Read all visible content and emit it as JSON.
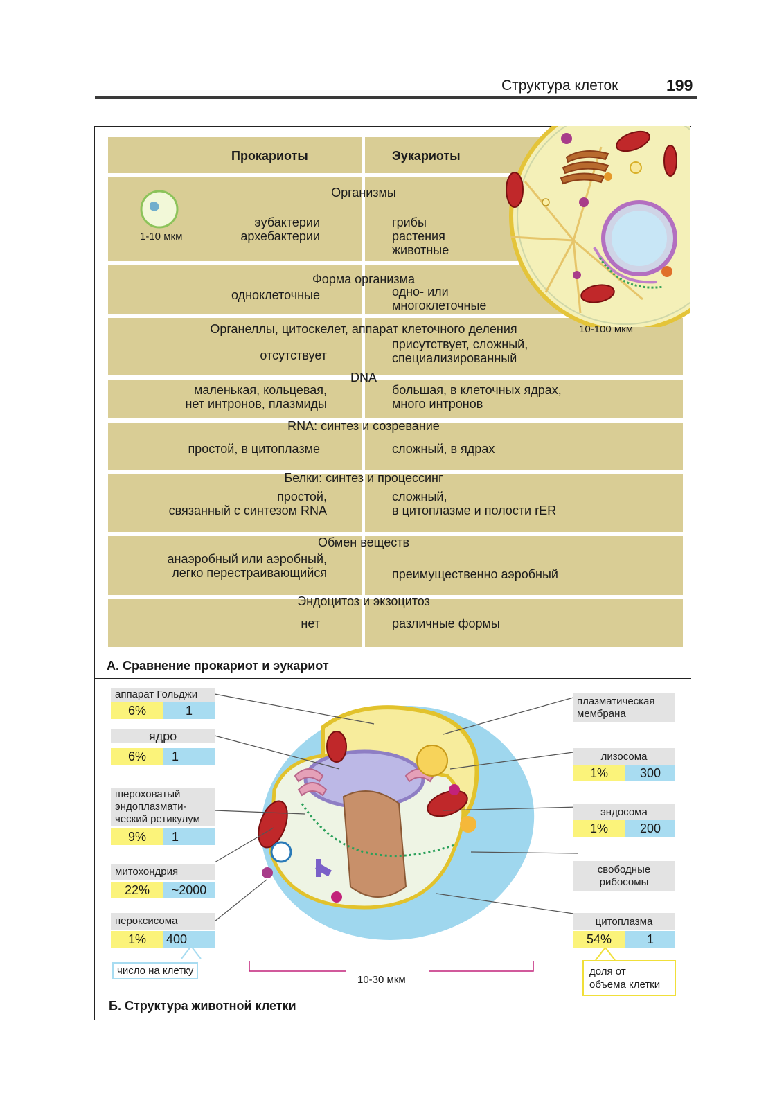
{
  "header": {
    "title": "Структура клеток",
    "page": "199"
  },
  "section_a": {
    "col_prokaryotes": "Прокариоты",
    "col_eukaryotes": "Эукариоты",
    "prokaryote_size": "1-10 мкм",
    "eukaryote_size": "10-100 мкм",
    "rows": {
      "organisms": {
        "title": "Организмы",
        "left": [
          "эубактерии",
          "архебактерии"
        ],
        "right": [
          "грибы",
          "растения",
          "животные"
        ]
      },
      "form": {
        "title": "Форма организма",
        "left": [
          "одноклеточные"
        ],
        "right": [
          "одно- или",
          "многоклеточные"
        ]
      },
      "organelles": {
        "title": "Органеллы, цитоскелет, аппарат клеточного деления",
        "left": [
          "отсутствует"
        ],
        "right": [
          "присутствует, сложный,",
          "специализированный"
        ]
      },
      "dna": {
        "title": "DNA",
        "left": [
          "маленькая, кольцевая,",
          "нет интронов, плазмиды"
        ],
        "right": [
          "большая, в клеточных ядрах,",
          "много интронов"
        ]
      },
      "rna": {
        "title": "RNA: синтез и созревание",
        "left": [
          "простой, в цитоплазме"
        ],
        "right": [
          "сложный, в ядрах"
        ]
      },
      "proteins": {
        "title": "Белки: синтез и процессинг",
        "left": [
          "простой,",
          "связанный с  синтезом RNA"
        ],
        "right": [
          "сложный,",
          "в цитоплазме и полости rER"
        ]
      },
      "metabolism": {
        "title": "Обмен веществ",
        "left": [
          "анаэробный или аэробный,",
          "легко перестраивающийся"
        ],
        "right": [
          "преимущественно аэробный"
        ]
      },
      "endocytosis": {
        "title": "Эндоцитоз и экзоцитоз",
        "left": [
          "нет"
        ],
        "right": [
          "различные формы"
        ]
      }
    },
    "caption": "А. Сравнение прокариот и эукариот"
  },
  "section_b": {
    "left_items": [
      {
        "label": "аппарат Гольджи",
        "percent": "6%",
        "count": "1"
      },
      {
        "label": "ядро",
        "percent": "6%",
        "count": "1"
      },
      {
        "label_lines": [
          "шероховатый",
          "эндоплазмати-",
          "ческий ретикулум"
        ],
        "percent": "9%",
        "count": "1"
      },
      {
        "label": "митохондрия",
        "percent": "22%",
        "count": "~2000"
      },
      {
        "label": "пероксисома",
        "percent": "1%",
        "count": "400"
      }
    ],
    "right_items": [
      {
        "label_lines": [
          "плазматическая",
          "мембрана"
        ]
      },
      {
        "label": "лизосома",
        "percent": "1%",
        "count": "300"
      },
      {
        "label": "эндосома",
        "percent": "1%",
        "count": "200"
      },
      {
        "label_lines": [
          "свободные",
          "рибосомы"
        ]
      },
      {
        "label": "цитоплазма",
        "percent": "54%",
        "count": "1"
      }
    ],
    "legend_count": "число на клетку",
    "legend_share": [
      "доля от",
      "объема клетки"
    ],
    "scale": "10-30 мкм",
    "caption": "Б. Структура животной клетки"
  },
  "colors": {
    "band": "#d9cd95",
    "percent_box": "#fbf37a",
    "count_box": "#a8dcf1",
    "label_box": "#e3e3e3"
  }
}
